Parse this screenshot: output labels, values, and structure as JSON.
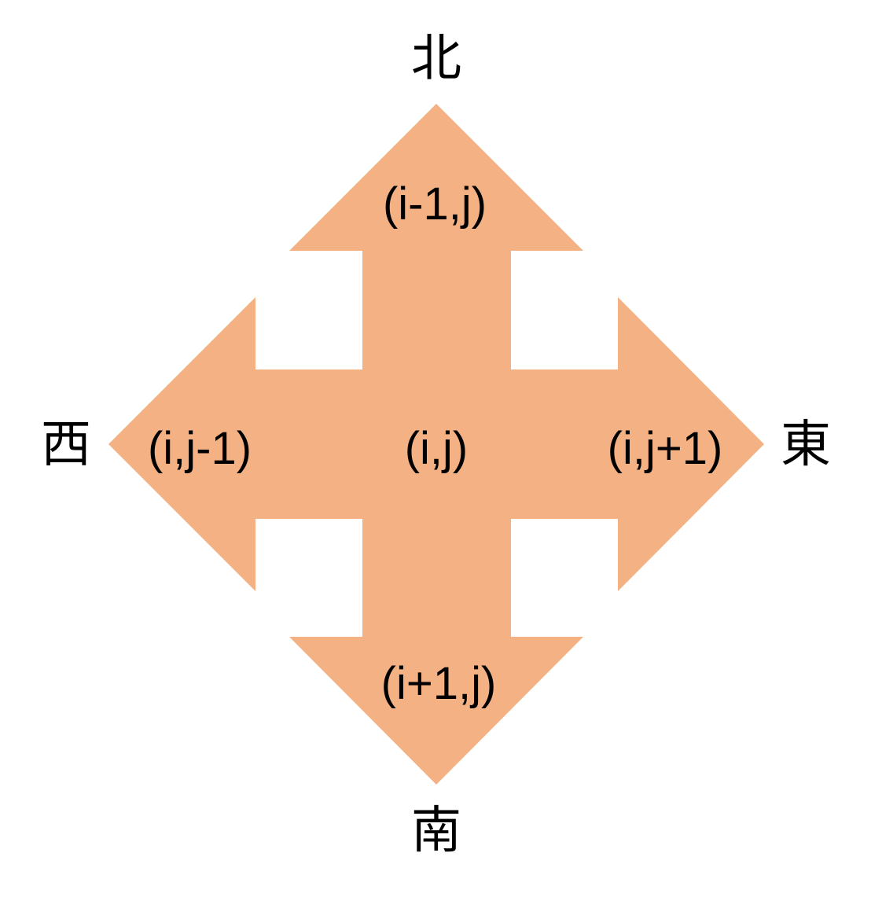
{
  "colors": {
    "arrow_fill": "#F4B183",
    "text": "#000000",
    "background": "#FFFFFF"
  },
  "directions": {
    "north": "北",
    "south": "南",
    "west": "西",
    "east": "東"
  },
  "cells": {
    "center": "(i,j)",
    "north": "(i-1,j)",
    "south": "(i+1,j)",
    "west": "(i,j-1)",
    "east": "(i,j+1)"
  }
}
